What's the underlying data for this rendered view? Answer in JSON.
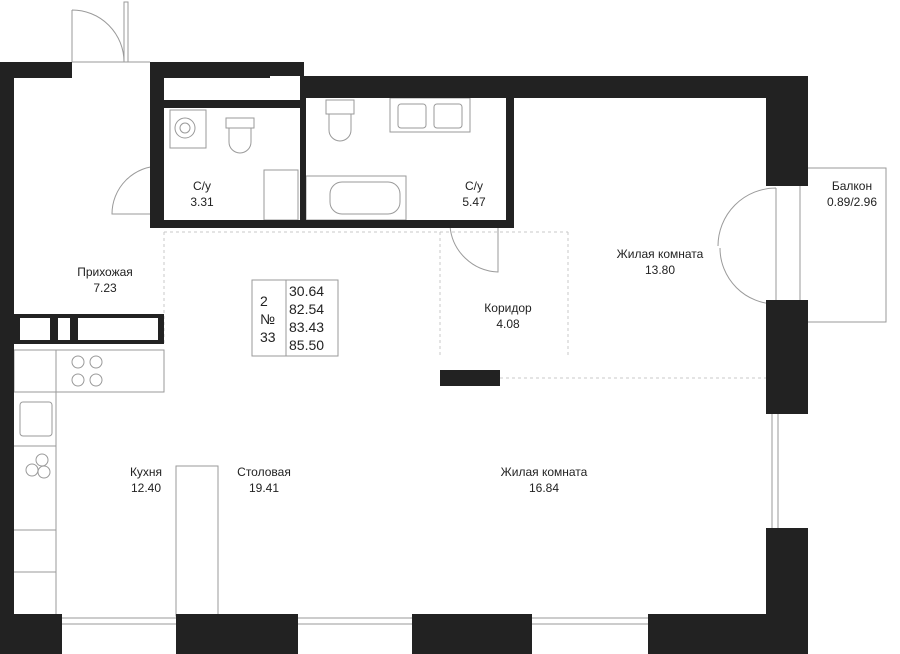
{
  "rooms": {
    "hall": {
      "name": "Прихожая",
      "area": "7.23"
    },
    "bath1": {
      "name": "С/у",
      "area": "3.31"
    },
    "bath2": {
      "name": "С/у",
      "area": "5.47"
    },
    "corridor": {
      "name": "Коридор",
      "area": "4.08"
    },
    "living1": {
      "name": "Жилая комната",
      "area": "13.80"
    },
    "balcony": {
      "name": "Балкон",
      "area": "0.89/2.96"
    },
    "kitchen": {
      "name": "Кухня",
      "area": "12.40"
    },
    "dining": {
      "name": "Столовая",
      "area": "19.41"
    },
    "living2": {
      "name": "Жилая комната",
      "area": "16.84"
    }
  },
  "apartment": {
    "rooms_count": "2",
    "number_sign": "№",
    "number": "33",
    "areas": [
      "30.64",
      "82.54",
      "83.43",
      "85.50"
    ]
  },
  "colors": {
    "wall": "#222222",
    "line": "#9a9a9a",
    "dash": "#c8c8c8"
  }
}
